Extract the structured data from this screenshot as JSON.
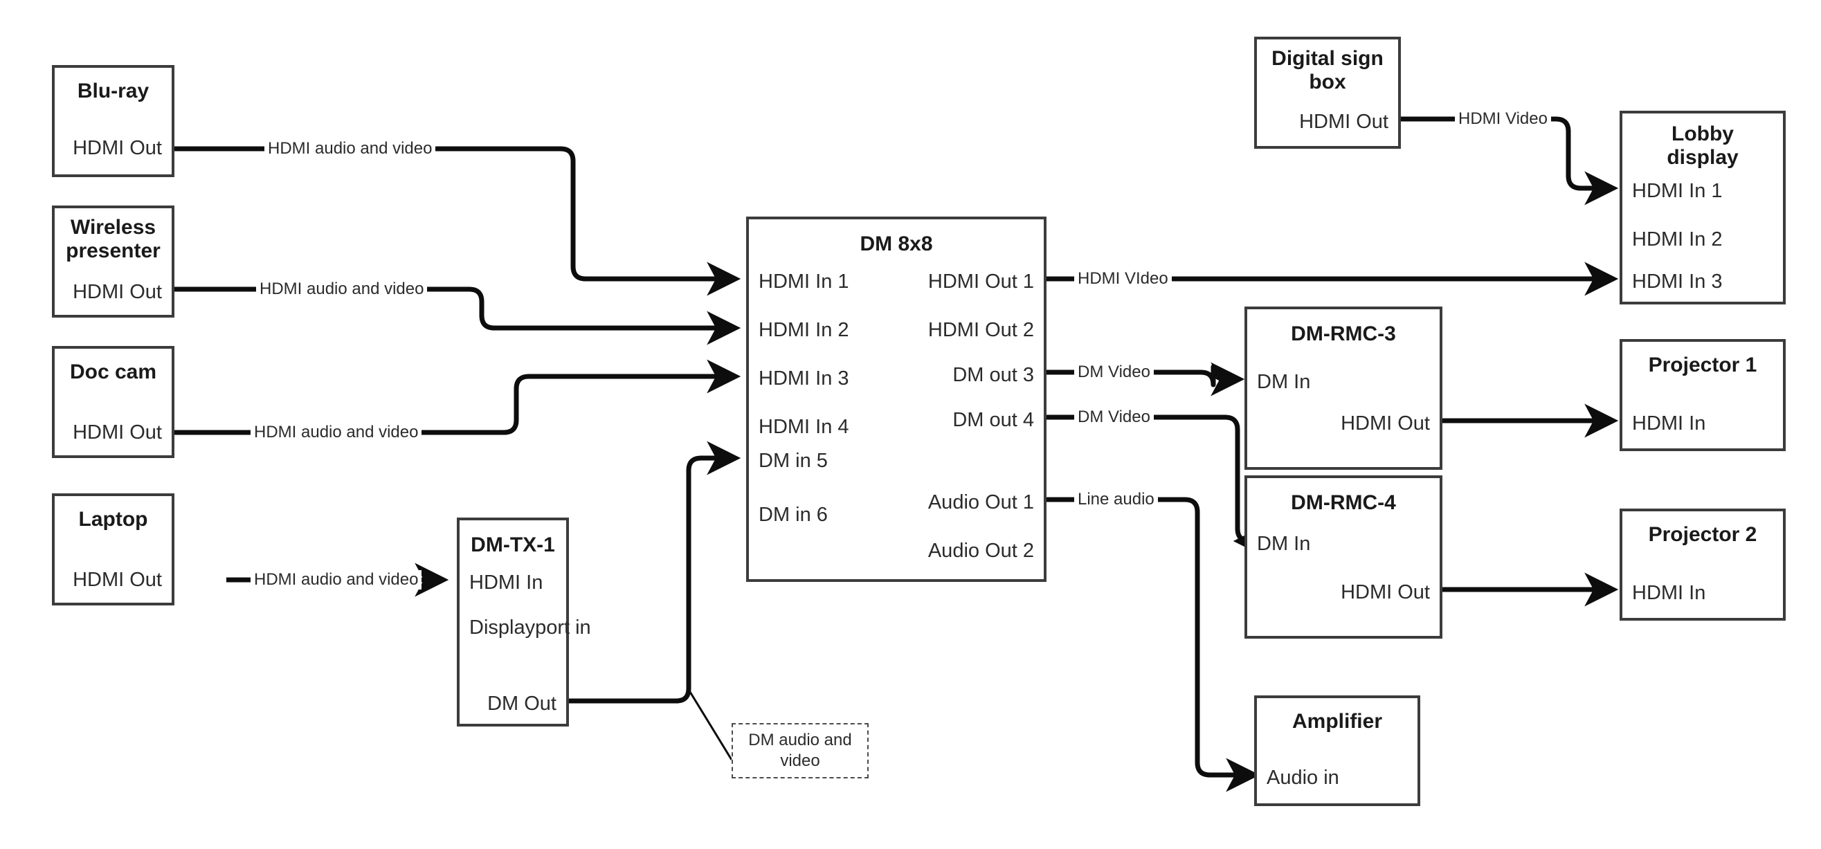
{
  "diagram": {
    "title": "AV signal flow diagram",
    "stroke_color": "#3c3c3c",
    "wire_color": "#0d0d0d",
    "text_color": "#262626",
    "background": "#ffffff"
  },
  "nodes": {
    "bluray": {
      "title": "Blu-ray",
      "ports": {
        "out1": "HDMI Out"
      }
    },
    "wireless": {
      "title": "Wireless\npresenter",
      "title_line1": "Wireless",
      "title_line2": "presenter",
      "ports": {
        "out1": "HDMI Out"
      }
    },
    "doccam": {
      "title": "Doc cam",
      "ports": {
        "out1": "HDMI Out"
      }
    },
    "laptop": {
      "title": "Laptop",
      "ports": {
        "out1": "HDMI Out"
      }
    },
    "dmtx1": {
      "title": "DM-TX-1",
      "ports": {
        "in1": "HDMI In",
        "in2": "Displayport in",
        "out1": "DM Out"
      }
    },
    "dm8x8": {
      "title": "DM 8x8",
      "inputs": [
        "HDMI In 1",
        "HDMI In 2",
        "HDMI In 3",
        "HDMI In 4",
        "DM in 5",
        "DM in 6"
      ],
      "outputs": [
        "HDMI Out 1",
        "HDMI Out 2",
        "DM out 3",
        "DM out 4",
        "Audio Out 1",
        "Audio Out 2"
      ]
    },
    "digitalsign": {
      "title_line1": "Digital sign",
      "title_line2": "box",
      "title": "Digital sign box",
      "ports": {
        "out1": "HDMI Out"
      }
    },
    "lobby": {
      "title_line1": "Lobby",
      "title_line2": "display",
      "title": "Lobby display",
      "inputs": [
        "HDMI In 1",
        "HDMI In 2",
        "HDMI In 3"
      ]
    },
    "rmc3": {
      "title": "DM-RMC-3",
      "ports": {
        "in1": "DM In",
        "out1": "HDMI Out"
      }
    },
    "rmc4": {
      "title": "DM-RMC-4",
      "ports": {
        "in1": "DM In",
        "out1": "HDMI Out"
      }
    },
    "proj1": {
      "title": "Projector 1",
      "ports": {
        "in1": "HDMI In"
      }
    },
    "proj2": {
      "title": "Projector 2",
      "ports": {
        "in1": "HDMI In"
      }
    },
    "amplifier": {
      "title": "Amplifier",
      "ports": {
        "in1": "Audio in"
      }
    }
  },
  "wire_labels": {
    "bluray_to_dm": "HDMI audio and video",
    "wireless_to_dm": "HDMI audio and video",
    "doccam_to_dm": "HDMI audio and video",
    "laptop_to_tx": "HDMI audio and video",
    "sign_to_lobby": "HDMI Video",
    "dmout1_to_lobby": "HDMI VIdeo",
    "dmout3_to_rmc3": "DM Video",
    "dmout4_to_rmc4": "DM Video",
    "audioout1_to_amp": "Line audio"
  },
  "callout": {
    "line1": "DM audio and",
    "line2": "video",
    "text": "DM audio and video"
  }
}
